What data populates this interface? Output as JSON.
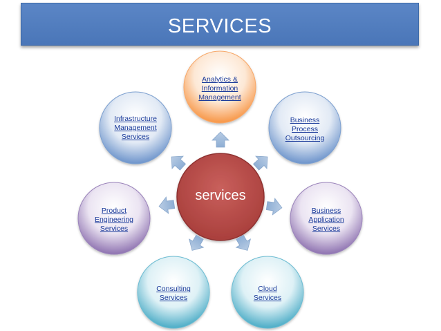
{
  "title": "SERVICES",
  "center": {
    "label": "services"
  },
  "nodes": [
    {
      "label": "Analytics &\nInformation\nManagement"
    },
    {
      "label": "Business\nProcess\nOutsourcing"
    },
    {
      "label": "Business\nApplication\nServices"
    },
    {
      "label": "Cloud\nServices"
    },
    {
      "label": "Consulting\nServices"
    },
    {
      "label": "Product\nEngineering\nServices"
    },
    {
      "label": "Infrastructure\nManagement\nServices"
    }
  ],
  "colors": {
    "title_bar": "#4f7cbf",
    "center": "#c0504d",
    "node_top": "#f79646",
    "node_blue": "#4f81bd",
    "node_purple": "#8064a2",
    "node_cyan": "#4bacc6",
    "arrow": "#95b3d7"
  }
}
